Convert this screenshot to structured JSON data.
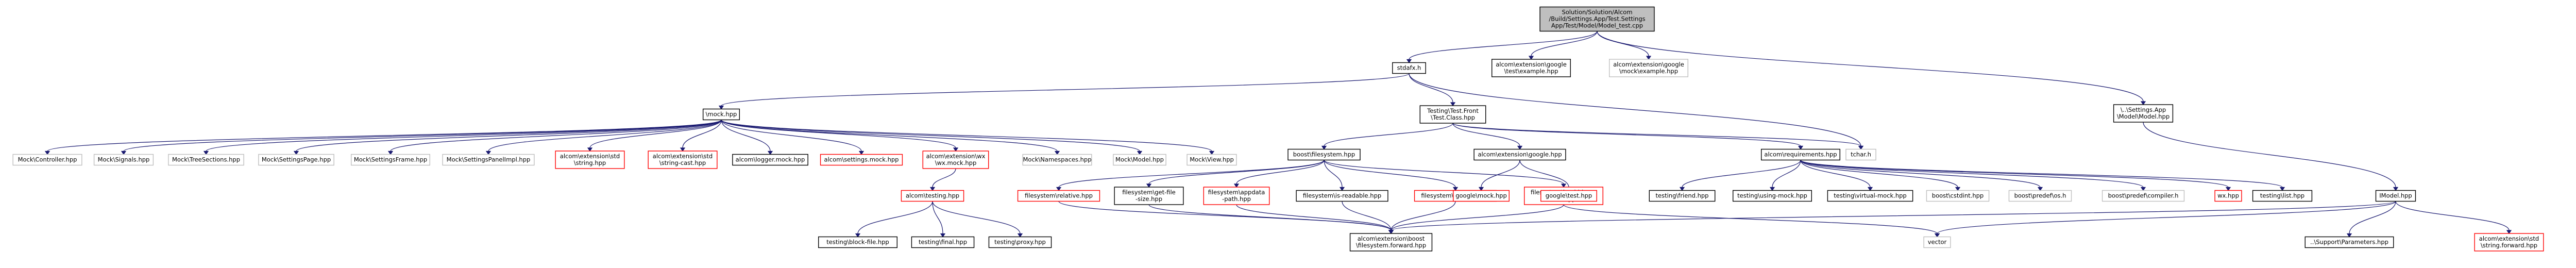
{
  "colors": {
    "root_fill": "#bfbfbf",
    "normal_stroke": "#000000",
    "missing_stroke": "#ff0000",
    "ghost_stroke": "#bfbfbf",
    "edge_default": "#191970",
    "edge_dark": "#404040",
    "edge_green": "#006400",
    "edge_red": "#8b0000"
  },
  "nodes": [
    {
      "id": "root",
      "kind": "root",
      "lines": [
        "Solution/Solution/Alcom",
        "/Build/Settings.App/Test.Settings",
        "App/Test/Model/Model_test.cpp"
      ]
    },
    {
      "id": "stdafx",
      "kind": "normal",
      "lines": [
        "stdafx.h"
      ]
    },
    {
      "id": "gexample",
      "kind": "normal",
      "lines": [
        "alcom\\extension\\google",
        "\\test\\example.hpp"
      ]
    },
    {
      "id": "gmexample",
      "kind": "ghost",
      "lines": [
        "alcom\\extension\\google",
        "\\mock\\example.hpp"
      ]
    },
    {
      "id": "modelhpp_top",
      "kind": "normal",
      "lines": [
        "\\..\\Settings.App",
        "\\Model\\Model.hpp"
      ]
    },
    {
      "id": "mock",
      "kind": "normal",
      "lines": [
        "\\mock.hpp"
      ]
    },
    {
      "id": "testfront",
      "kind": "normal",
      "lines": [
        "Testing\\Test.Front",
        "\\Test.Class.hpp"
      ]
    },
    {
      "id": "tchar",
      "kind": "ghost",
      "lines": [
        "tchar.h"
      ]
    },
    {
      "id": "m_controller",
      "kind": "ghost",
      "lines": [
        "Mock\\Controller.hpp"
      ]
    },
    {
      "id": "m_signals",
      "kind": "ghost",
      "lines": [
        "Mock\\Signals.hpp"
      ]
    },
    {
      "id": "m_tree",
      "kind": "ghost",
      "lines": [
        "Mock\\TreeSections.hpp"
      ]
    },
    {
      "id": "m_settingspage",
      "kind": "ghost",
      "lines": [
        "Mock\\SettingsPage.hpp"
      ]
    },
    {
      "id": "m_settingsframe",
      "kind": "ghost",
      "lines": [
        "Mock\\SettingsFrame.hpp"
      ]
    },
    {
      "id": "m_settingspanel",
      "kind": "ghost",
      "lines": [
        "Mock\\SettingsPanelImpl.hpp"
      ]
    },
    {
      "id": "std_string",
      "kind": "missing",
      "lines": [
        "alcom\\extension\\std",
        "\\string.hpp"
      ]
    },
    {
      "id": "std_stringcast",
      "kind": "missing",
      "lines": [
        "alcom\\extension\\std",
        "\\string-cast.hpp"
      ]
    },
    {
      "id": "logger",
      "kind": "normal",
      "lines": [
        "alcom\\logger.mock.hpp"
      ]
    },
    {
      "id": "settingsmock",
      "kind": "missing",
      "lines": [
        "alcom\\settings.mock.hpp"
      ]
    },
    {
      "id": "wxmock",
      "kind": "missing",
      "lines": [
        "alcom\\extension\\wx",
        "\\wx.mock.hpp"
      ]
    },
    {
      "id": "m_namespaces",
      "kind": "ghost",
      "lines": [
        "Mock\\Namespaces.hpp"
      ]
    },
    {
      "id": "m_model",
      "kind": "ghost",
      "lines": [
        "Mock\\Model.hpp"
      ]
    },
    {
      "id": "m_view",
      "kind": "ghost",
      "lines": [
        "Mock\\View.hpp"
      ]
    },
    {
      "id": "boostfs",
      "kind": "normal",
      "lines": [
        "boost\\filesystem.hpp"
      ]
    },
    {
      "id": "google",
      "kind": "normal",
      "lines": [
        "alcom\\extension\\google.hpp"
      ]
    },
    {
      "id": "requirements",
      "kind": "normal",
      "lines": [
        "alcom\\requirements.hpp"
      ]
    },
    {
      "id": "fs_relative",
      "kind": "missing",
      "lines": [
        "filesystem\\relative.hpp"
      ]
    },
    {
      "id": "fs_getfilesize",
      "kind": "normal",
      "lines": [
        "filesystem\\get-file",
        "-size.hpp"
      ]
    },
    {
      "id": "fs_appdata",
      "kind": "missing",
      "lines": [
        "filesystem\\appdata",
        "-path.hpp"
      ]
    },
    {
      "id": "fs_readable",
      "kind": "normal",
      "lines": [
        "filesystem\\is-readable.hpp"
      ]
    },
    {
      "id": "fs_copyall",
      "kind": "missing",
      "lines": [
        "filesystem\\copy-all.hpp"
      ]
    },
    {
      "id": "fs_loadbinary",
      "kind": "missing",
      "lines": [
        "filesystem\\load-binary",
        "-file.hpp"
      ]
    },
    {
      "id": "gmock",
      "kind": "missing",
      "lines": [
        "google\\mock.hpp"
      ]
    },
    {
      "id": "gtest",
      "kind": "missing",
      "lines": [
        "google\\test.hpp"
      ]
    },
    {
      "id": "t_friend",
      "kind": "normal",
      "lines": [
        "testing\\friend.hpp"
      ]
    },
    {
      "id": "t_usingmock",
      "kind": "normal",
      "lines": [
        "testing\\using-mock.hpp"
      ]
    },
    {
      "id": "t_virtualmock",
      "kind": "normal",
      "lines": [
        "testing\\virtual-mock.hpp"
      ]
    },
    {
      "id": "b_cstdint",
      "kind": "ghost",
      "lines": [
        "boost\\cstdint.hpp"
      ]
    },
    {
      "id": "b_predef_os",
      "kind": "ghost",
      "lines": [
        "boost\\predef\\os.h"
      ]
    },
    {
      "id": "b_predef_compiler",
      "kind": "ghost",
      "lines": [
        "boost\\predef\\compiler.h"
      ]
    },
    {
      "id": "wx",
      "kind": "missing",
      "lines": [
        "wx.hpp"
      ]
    },
    {
      "id": "t_list",
      "kind": "normal",
      "lines": [
        "testing\\list.hpp"
      ]
    },
    {
      "id": "imodel",
      "kind": "normal",
      "lines": [
        "IModel.hpp"
      ]
    },
    {
      "id": "testing",
      "kind": "missing",
      "lines": [
        "alcom\\testing.hpp"
      ]
    },
    {
      "id": "t_blockfile",
      "kind": "normal",
      "lines": [
        "testing\\block-file.hpp"
      ]
    },
    {
      "id": "t_final",
      "kind": "normal",
      "lines": [
        "testing\\final.hpp"
      ]
    },
    {
      "id": "t_proxy",
      "kind": "normal",
      "lines": [
        "testing\\proxy.hpp"
      ]
    },
    {
      "id": "boostfwd",
      "kind": "normal",
      "lines": [
        "alcom\\extension\\boost",
        "\\filesystem.forward.hpp"
      ]
    },
    {
      "id": "vector",
      "kind": "ghost",
      "lines": [
        "vector"
      ]
    },
    {
      "id": "parameters",
      "kind": "normal",
      "lines": [
        "..\\Support\\Parameters.hpp"
      ]
    },
    {
      "id": "stringforward",
      "kind": "missing",
      "lines": [
        "alcom\\extension\\std",
        "\\string.forward.hpp"
      ]
    }
  ],
  "edges": [
    {
      "from": "root",
      "to": "stdafx",
      "color": "edge_default"
    },
    {
      "from": "root",
      "to": "gexample",
      "color": "edge_default"
    },
    {
      "from": "root",
      "to": "gmexample",
      "color": "edge_default"
    },
    {
      "from": "root",
      "to": "modelhpp_top",
      "color": "edge_default"
    },
    {
      "from": "stdafx",
      "to": "mock",
      "color": "edge_default"
    },
    {
      "from": "stdafx",
      "to": "testfront",
      "color": "edge_default"
    },
    {
      "from": "stdafx",
      "to": "tchar",
      "color": "edge_default"
    },
    {
      "from": "mock",
      "to": "m_controller",
      "color": "edge_default"
    },
    {
      "from": "mock",
      "to": "m_signals",
      "color": "edge_default"
    },
    {
      "from": "mock",
      "to": "m_tree",
      "color": "edge_default"
    },
    {
      "from": "mock",
      "to": "m_settingspage",
      "color": "edge_default"
    },
    {
      "from": "mock",
      "to": "m_settingsframe",
      "color": "edge_default"
    },
    {
      "from": "mock",
      "to": "m_settingspanel",
      "color": "edge_default"
    },
    {
      "from": "mock",
      "to": "std_string",
      "color": "edge_default"
    },
    {
      "from": "mock",
      "to": "std_stringcast",
      "color": "edge_default"
    },
    {
      "from": "mock",
      "to": "logger",
      "color": "edge_default"
    },
    {
      "from": "mock",
      "to": "settingsmock",
      "color": "edge_default"
    },
    {
      "from": "mock",
      "to": "wxmock",
      "color": "edge_default"
    },
    {
      "from": "mock",
      "to": "m_namespaces",
      "color": "edge_default"
    },
    {
      "from": "mock",
      "to": "m_model",
      "color": "edge_default"
    },
    {
      "from": "mock",
      "to": "m_view",
      "color": "edge_default"
    },
    {
      "from": "testfront",
      "to": "boostfs",
      "color": "edge_default"
    },
    {
      "from": "testfront",
      "to": "google",
      "color": "edge_default"
    },
    {
      "from": "testfront",
      "to": "requirements",
      "color": "edge_default"
    },
    {
      "from": "testfront",
      "to": "tchar",
      "color": "edge_default"
    },
    {
      "from": "wxmock",
      "to": "testing",
      "color": "edge_default"
    },
    {
      "from": "boostfs",
      "to": "fs_relative",
      "color": "edge_default"
    },
    {
      "from": "boostfs",
      "to": "fs_getfilesize",
      "color": "edge_default"
    },
    {
      "from": "boostfs",
      "to": "fs_appdata",
      "color": "edge_default"
    },
    {
      "from": "boostfs",
      "to": "fs_readable",
      "color": "edge_default"
    },
    {
      "from": "boostfs",
      "to": "fs_copyall",
      "color": "edge_default"
    },
    {
      "from": "boostfs",
      "to": "fs_loadbinary",
      "color": "edge_default"
    },
    {
      "from": "google",
      "to": "gmock",
      "color": "edge_default"
    },
    {
      "from": "google",
      "to": "gtest",
      "color": "edge_default"
    },
    {
      "from": "requirements",
      "to": "t_friend",
      "color": "edge_default"
    },
    {
      "from": "requirements",
      "to": "t_usingmock",
      "color": "edge_default"
    },
    {
      "from": "requirements",
      "to": "t_virtualmock",
      "color": "edge_default"
    },
    {
      "from": "requirements",
      "to": "b_cstdint",
      "color": "edge_default"
    },
    {
      "from": "requirements",
      "to": "b_predef_os",
      "color": "edge_default"
    },
    {
      "from": "requirements",
      "to": "b_predef_compiler",
      "color": "edge_default"
    },
    {
      "from": "requirements",
      "to": "wx",
      "color": "edge_default"
    },
    {
      "from": "requirements",
      "to": "t_list",
      "color": "edge_default"
    },
    {
      "from": "modelhpp_top",
      "to": "imodel",
      "color": "edge_default"
    },
    {
      "from": "testing",
      "to": "t_blockfile",
      "color": "edge_default"
    },
    {
      "from": "testing",
      "to": "t_final",
      "color": "edge_default"
    },
    {
      "from": "testing",
      "to": "t_proxy",
      "color": "edge_default"
    },
    {
      "from": "fs_relative",
      "to": "boostfwd",
      "color": "edge_default"
    },
    {
      "from": "fs_getfilesize",
      "to": "boostfwd",
      "color": "edge_default"
    },
    {
      "from": "fs_appdata",
      "to": "boostfwd",
      "color": "edge_default"
    },
    {
      "from": "fs_readable",
      "to": "boostfwd",
      "color": "edge_default"
    },
    {
      "from": "fs_copyall",
      "to": "boostfwd",
      "color": "edge_default"
    },
    {
      "from": "fs_loadbinary",
      "to": "boostfwd",
      "color": "edge_default"
    },
    {
      "from": "fs_loadbinary",
      "to": "vector",
      "color": "edge_default"
    },
    {
      "from": "imodel",
      "to": "boostfwd",
      "color": "edge_default"
    },
    {
      "from": "imodel",
      "to": "vector",
      "color": "edge_default"
    },
    {
      "from": "imodel",
      "to": "parameters",
      "color": "edge_default"
    },
    {
      "from": "imodel",
      "to": "stringforward",
      "color": "edge_default"
    }
  ]
}
